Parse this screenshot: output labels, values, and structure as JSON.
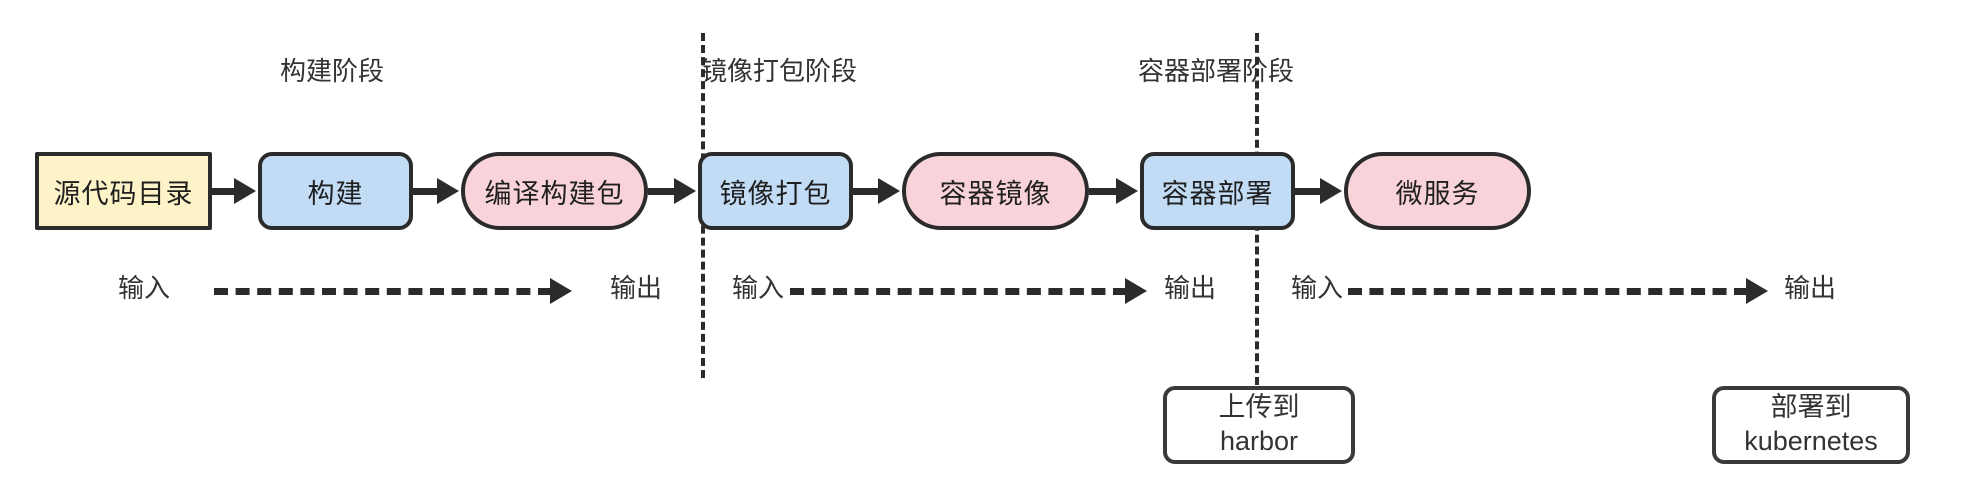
{
  "diagram": {
    "title": "CI/CD pipeline stages",
    "colors": {
      "source_fill": "#fdf3c8",
      "step_fill": "#c2dcf5",
      "artifact_fill": "#f8d3da",
      "stroke": "#2b2b2b",
      "text": "#333333",
      "background": "#ffffff"
    }
  },
  "phases": [
    {
      "id": "build",
      "label": "构建阶段"
    },
    {
      "id": "image-package",
      "label": "镜像打包阶段"
    },
    {
      "id": "container-deploy",
      "label": "容器部署阶段"
    }
  ],
  "nodes": [
    {
      "id": "source-dir",
      "label": "源代码目录",
      "kind": "source"
    },
    {
      "id": "build",
      "label": "构建",
      "kind": "step"
    },
    {
      "id": "build-artifact",
      "label": "编译构建包",
      "kind": "artifact"
    },
    {
      "id": "image-package",
      "label": "镜像打包",
      "kind": "step"
    },
    {
      "id": "container-image",
      "label": "容器镜像",
      "kind": "artifact"
    },
    {
      "id": "container-deploy",
      "label": "容器部署",
      "kind": "step"
    },
    {
      "id": "microservice",
      "label": "微服务",
      "kind": "artifact"
    }
  ],
  "io_flows": [
    {
      "id": "flow-build",
      "input_label": "输入",
      "output_label": "输出"
    },
    {
      "id": "flow-image",
      "input_label": "输入",
      "output_label": "输出"
    },
    {
      "id": "flow-deploy",
      "input_label": "输入",
      "output_label": "输出"
    }
  ],
  "notes": [
    {
      "id": "upload-harbor",
      "line1": "上传到",
      "line2": "harbor"
    },
    {
      "id": "deploy-kubernetes",
      "line1": "部署到",
      "line2": "kubernetes"
    }
  ]
}
